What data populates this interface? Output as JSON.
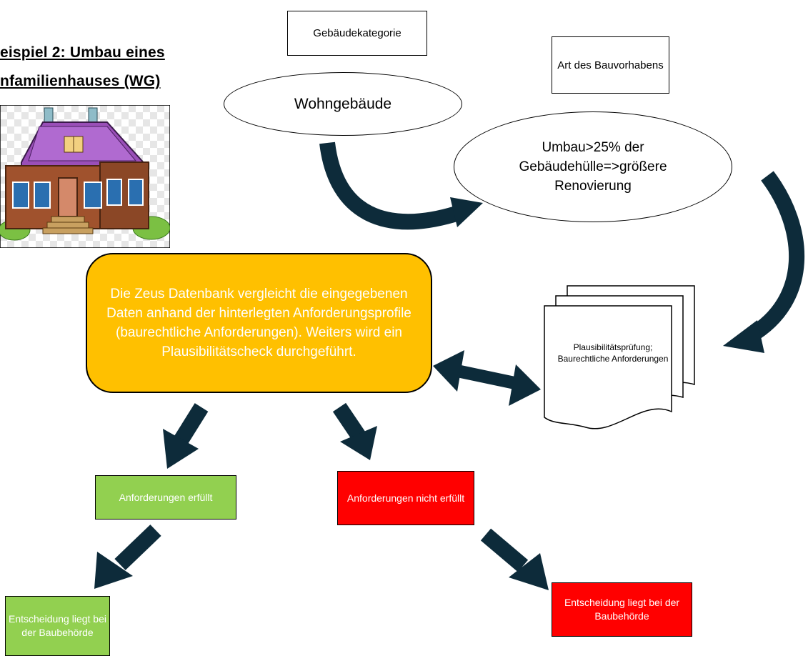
{
  "title": {
    "line1": "eispiel 2: Umbau eines",
    "line2": "nfamilienhauses (WG)"
  },
  "label_category": "Gebäudekategorie",
  "label_project_type": "Art des Bauvorhabens",
  "ellipse_building": "Wohngebäude",
  "ellipse_renovation": "Umbau>25% der Gebäudehülle=>größere Renovierung",
  "main_process": "Die Zeus Datenbank vergleicht die eingegebenen Daten anhand der hinterlegten Anforderungsprofile (baurechtliche Anforderungen). Weiters wird ein Plausibilitätscheck durchgeführt.",
  "document_text": "Plausibilitätsprüfung; Baurechtliche Anforderungen",
  "result_fulfilled": "Anforderungen erfüllt",
  "result_not_fulfilled": "Anforderungen nicht erfüllt",
  "decision_left": "Entscheidung liegt bei der Baubehörde",
  "decision_right": "Entscheidung liegt bei der Baubehörde",
  "colors": {
    "process": "#FFC000",
    "fulfilled": "#92D050",
    "not_fulfilled": "#FF0000",
    "arrow": "#0D2B3A"
  }
}
